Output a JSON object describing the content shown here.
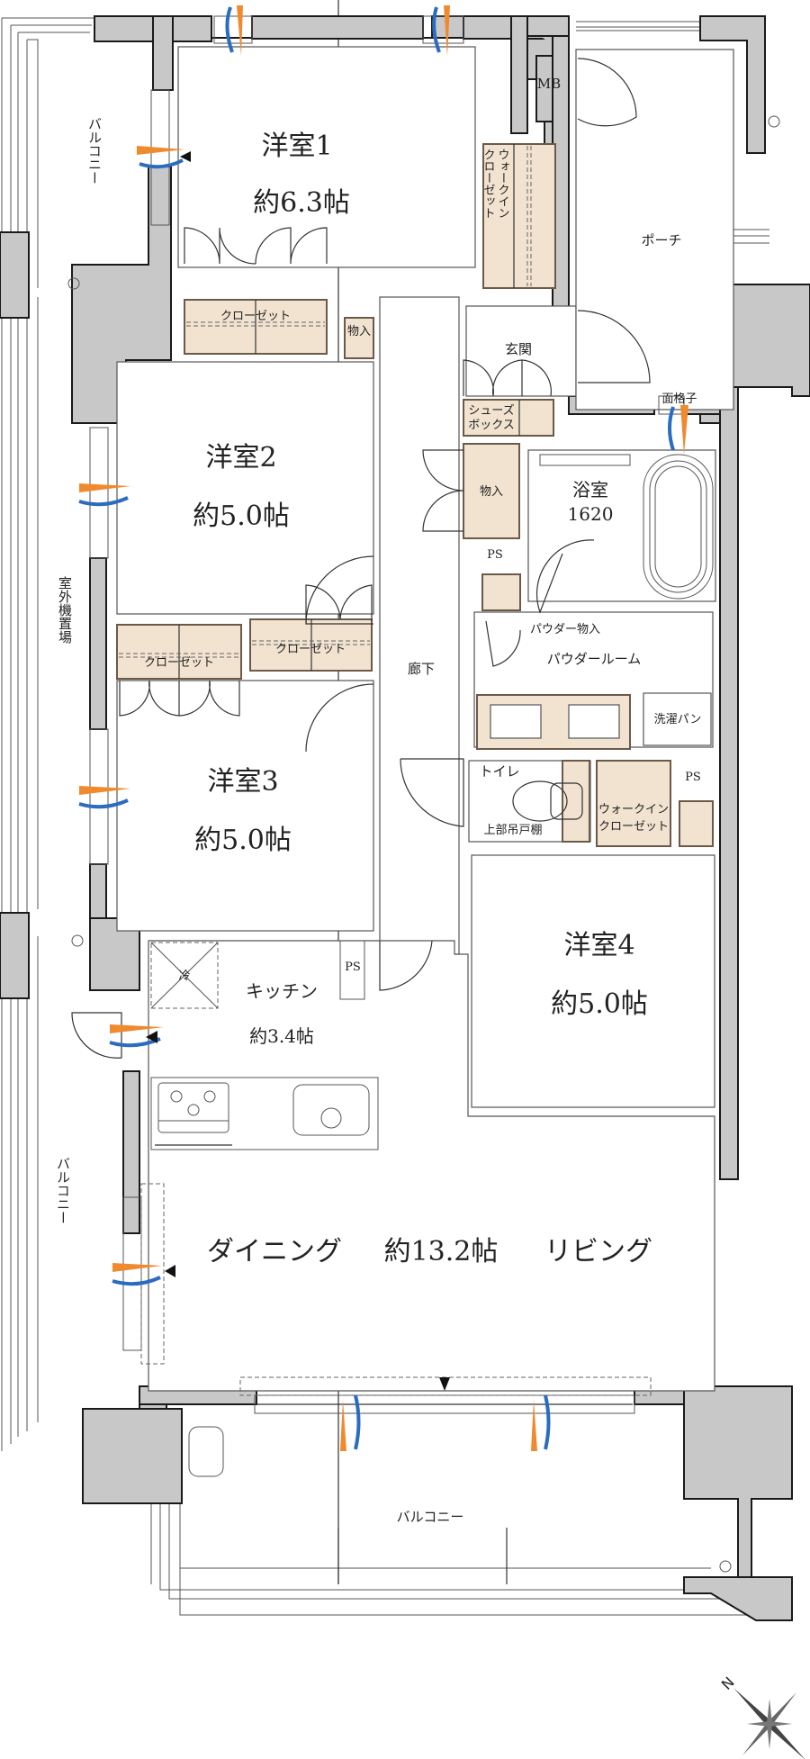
{
  "floor_plan": {
    "rooms": {
      "western1": {
        "name": "洋室1",
        "area": "約6.3帖"
      },
      "western2": {
        "name": "洋室2",
        "area": "約5.0帖"
      },
      "western3": {
        "name": "洋室3",
        "area": "約5.0帖"
      },
      "western4": {
        "name": "洋室4",
        "area": "約5.0帖"
      },
      "kitchen": {
        "name": "キッチン",
        "area": "約3.4帖"
      },
      "ldk": {
        "dining": "ダイニング",
        "area": "約13.2帖",
        "living": "リビング"
      },
      "bath": {
        "name": "浴室",
        "size": "1620"
      },
      "powder_room": "パウダールーム",
      "toilet": "トイレ",
      "entrance": "玄関",
      "porch": "ポーチ",
      "corridor": "廊下"
    },
    "storage": {
      "wic_top": "ウォークインクローゼット",
      "wic_top_lines": [
        "ウォークイン",
        "クローゼット"
      ],
      "closet1": "クローゼット",
      "closet2": "クローゼット",
      "closet3": "クローゼット",
      "storage_small": "物入",
      "storage_hall": "物入",
      "shoes_box": [
        "シューズ",
        "ボックス"
      ],
      "powder_storage": "パウダー物入",
      "wic_bottom": [
        "ウォークイン",
        "クローゼット"
      ],
      "upper_cabinet": "上部吊戸棚",
      "washer_pan": "洗濯パン"
    },
    "utility": {
      "mb": "MB",
      "ps1": "PS",
      "ps2": "PS",
      "ps3": "PS",
      "face_lattice": "面格子",
      "fridge": "冷",
      "outdoor_unit": "室外機置場"
    },
    "balconies": {
      "upper_left": "バルコニー",
      "lower_left": "バルコニー",
      "bottom": "バルコニー"
    },
    "compass": {
      "label": "N"
    },
    "colors": {
      "wall": "#c8c8c8",
      "storage": "#f1e3d0",
      "wind_in": "#f08a2e",
      "wind_out": "#2a6cc0"
    }
  }
}
